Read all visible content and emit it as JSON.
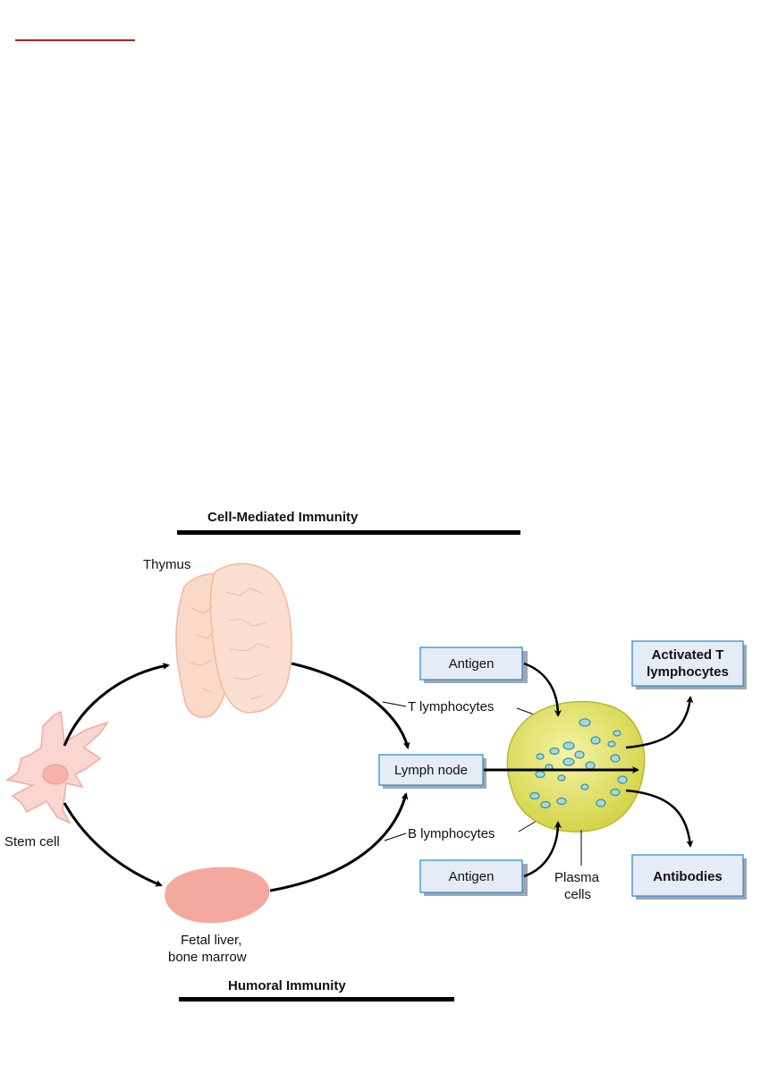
{
  "header_rule_color": "#b22222",
  "titles": {
    "cell_mediated": "Cell-Mediated Immunity",
    "humoral": "Humoral Immunity"
  },
  "labels": {
    "thymus": "Thymus",
    "stem_cell": "Stem cell",
    "fetal_liver_line1": "Fetal liver,",
    "fetal_liver_line2": "bone marrow",
    "t_lymphocytes": "T lymphocytes",
    "b_lymphocytes": "B lymphocytes",
    "plasma_line1": "Plasma",
    "plasma_line2": "cells"
  },
  "boxes": {
    "antigen_top": "Antigen",
    "antigen_bottom": "Antigen",
    "lymph_node": "Lymph node",
    "activated_line1": "Activated T",
    "activated_line2": "lymphocytes",
    "antibodies": "Antibodies"
  },
  "colors": {
    "thymus": "#fbd9c9",
    "stem_cell": "#fbd6d0",
    "fetal_liver": "#f4a9a0",
    "lymph_node": "#e6e66a",
    "box_border": "#2f8fd0",
    "box_fill": "#e6ecf6"
  }
}
